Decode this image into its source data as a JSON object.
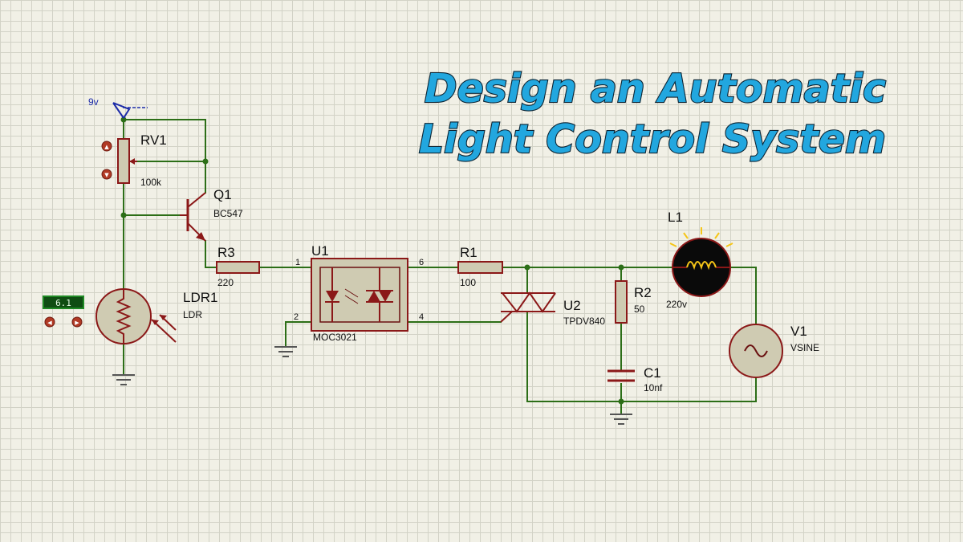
{
  "title": {
    "line1": "Design an Automatic",
    "line2": "Light Control System"
  },
  "supply": {
    "label": "9v"
  },
  "components": {
    "rv1": {
      "ref": "RV1",
      "value": "100k"
    },
    "q1": {
      "ref": "Q1",
      "value": "BC547"
    },
    "r3": {
      "ref": "R3",
      "value": "220"
    },
    "ldr1": {
      "ref": "LDR1",
      "value": "LDR",
      "display": "6.1"
    },
    "u1": {
      "ref": "U1",
      "value": "MOC3021",
      "pins": [
        "1",
        "2",
        "6",
        "4"
      ]
    },
    "r1": {
      "ref": "R1",
      "value": "100"
    },
    "u2": {
      "ref": "U2",
      "value": "TPDV840"
    },
    "r2": {
      "ref": "R2",
      "value": "50"
    },
    "c1": {
      "ref": "C1",
      "value": "10nf"
    },
    "l1": {
      "ref": "L1",
      "value": "220v"
    },
    "v1": {
      "ref": "V1",
      "value": "VSINE"
    }
  },
  "colors": {
    "wire": "#2c6e17",
    "component_outline": "#8b1818",
    "component_fill": "#cfcbb2",
    "title_fill": "#22a7df",
    "lamp_on": "#f5c518"
  }
}
